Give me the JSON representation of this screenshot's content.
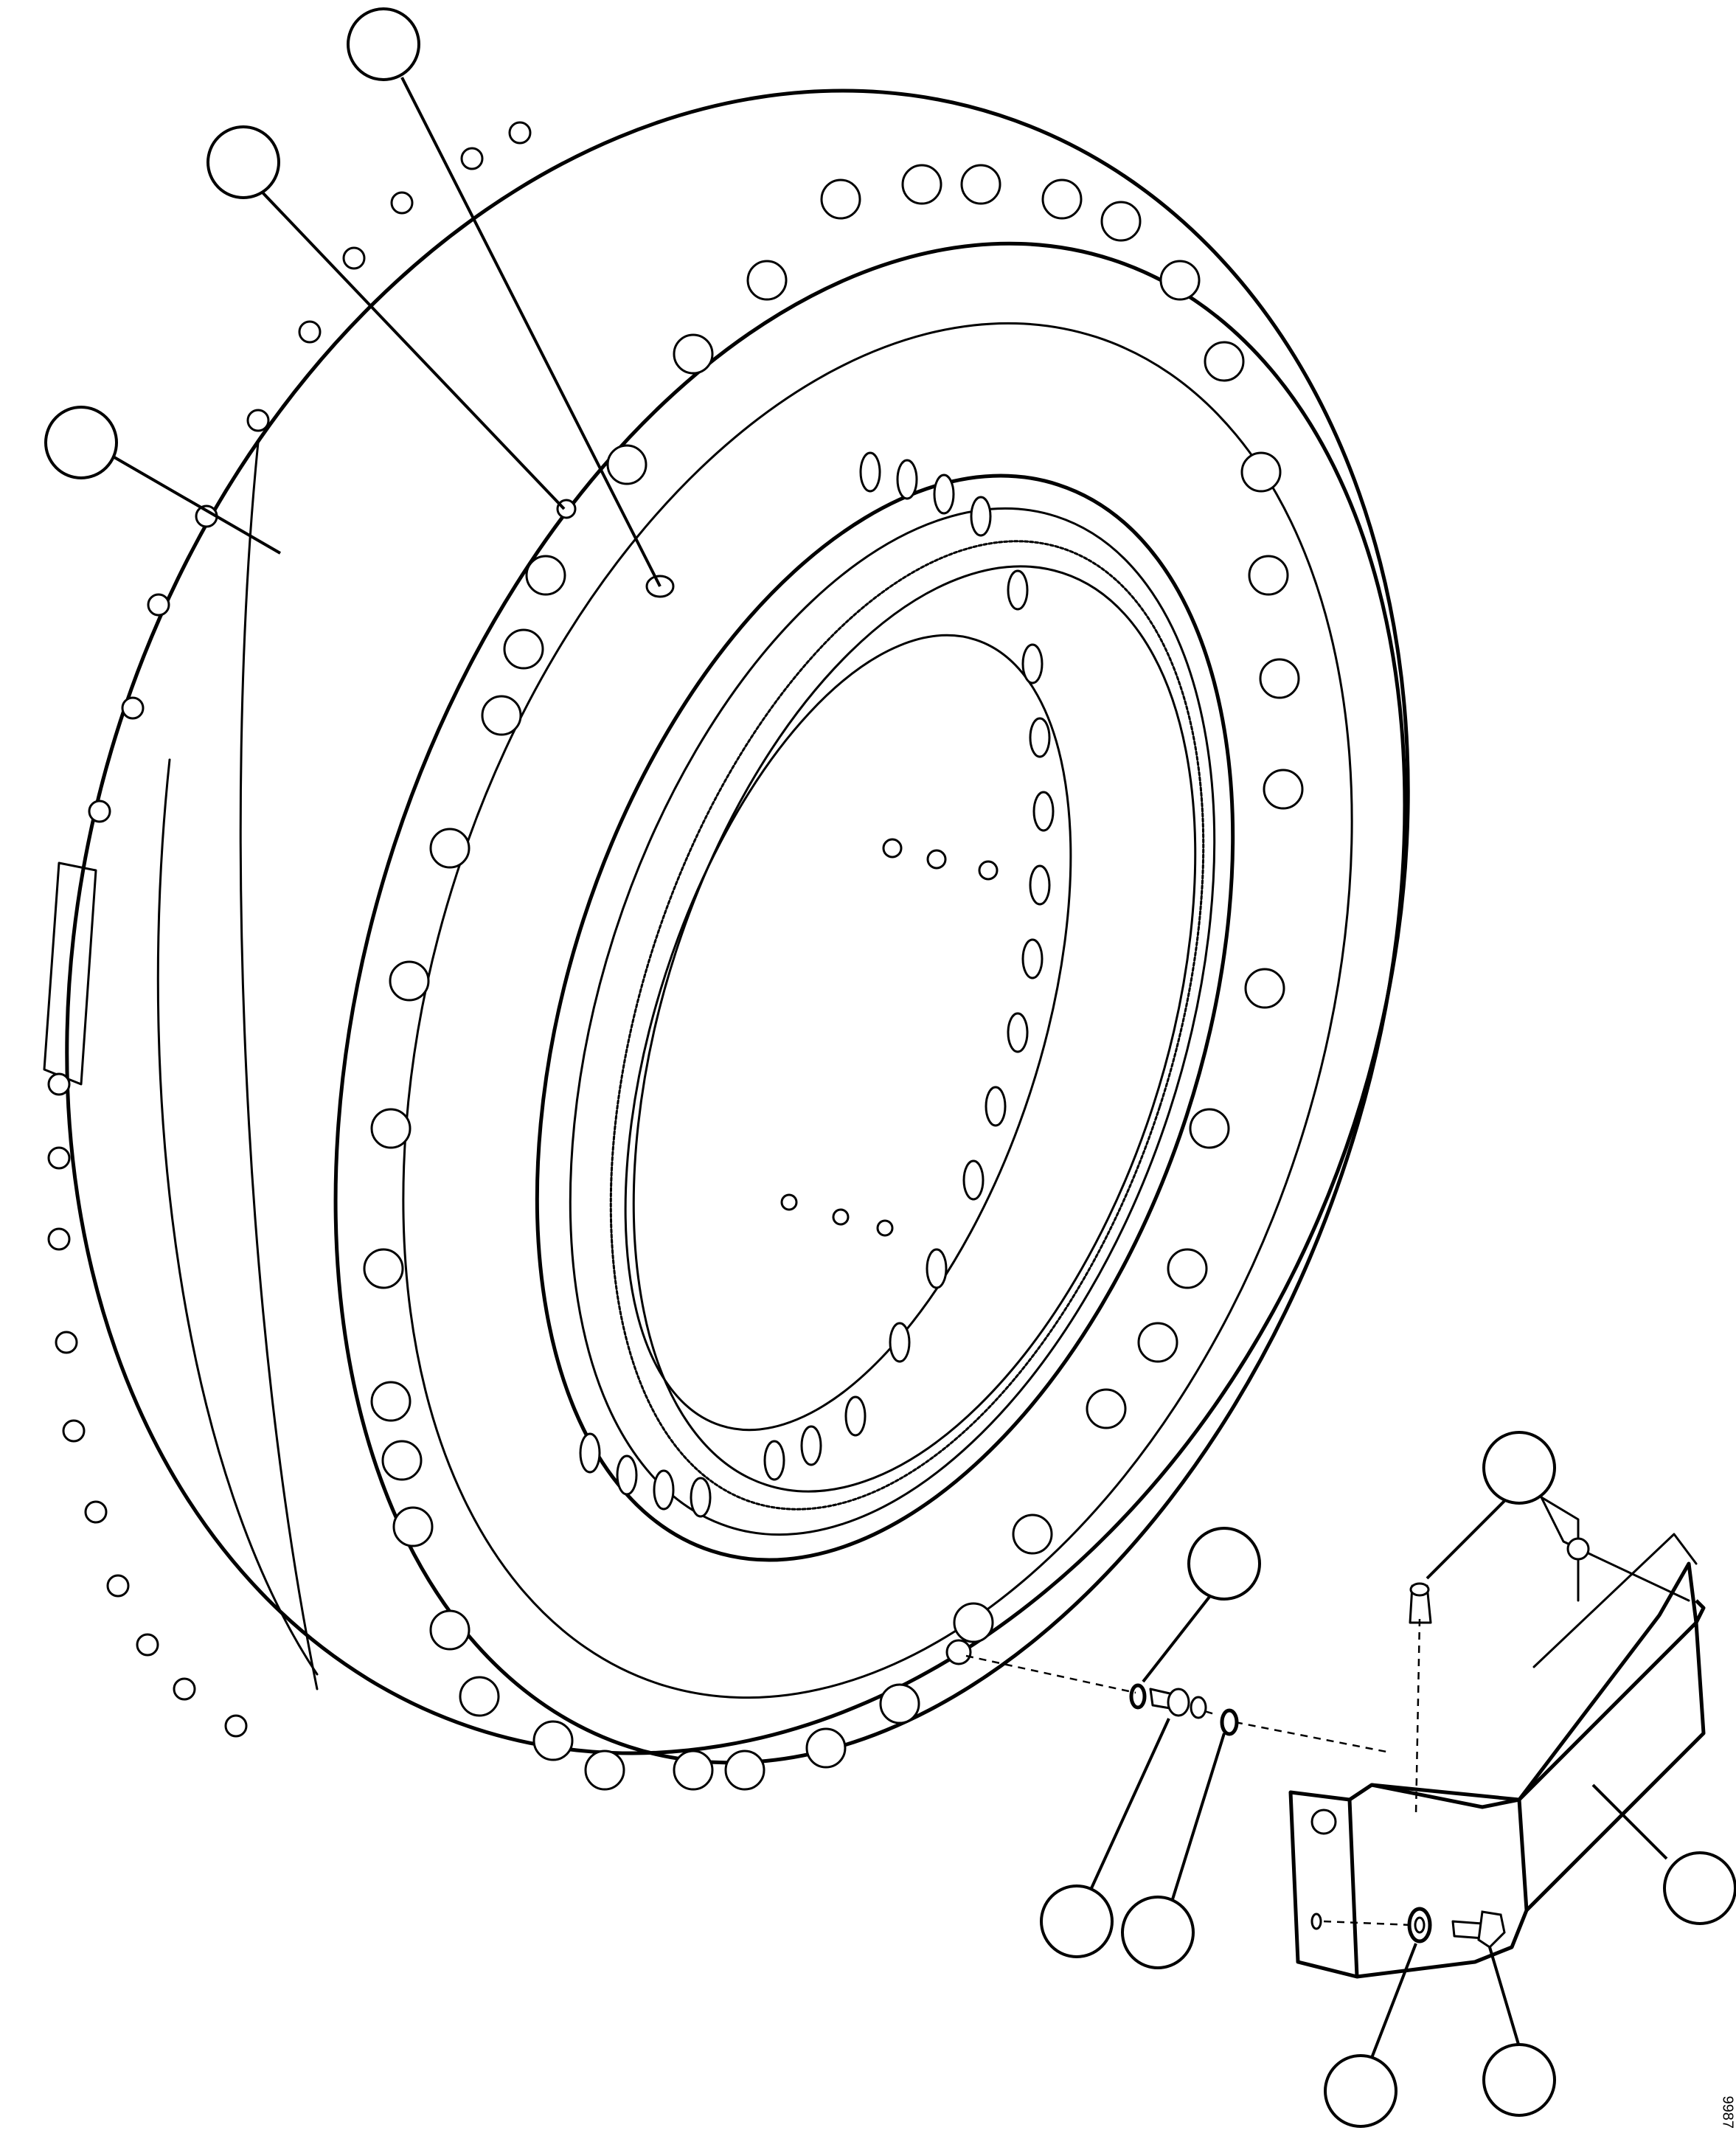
{
  "figure": {
    "drawing_id": "9987"
  },
  "colors": {
    "line": "#000000",
    "background": "#ffffff"
  },
  "callouts": [
    {
      "id": "callout-top",
      "label": ""
    },
    {
      "id": "callout-upper-left",
      "label": ""
    },
    {
      "id": "callout-left",
      "label": ""
    },
    {
      "id": "callout-fitting",
      "label": ""
    },
    {
      "id": "callout-ring",
      "label": ""
    },
    {
      "id": "callout-nipple",
      "label": ""
    },
    {
      "id": "callout-oring",
      "label": ""
    },
    {
      "id": "callout-guard",
      "label": ""
    },
    {
      "id": "callout-washer",
      "label": ""
    },
    {
      "id": "callout-bolt",
      "label": ""
    }
  ]
}
